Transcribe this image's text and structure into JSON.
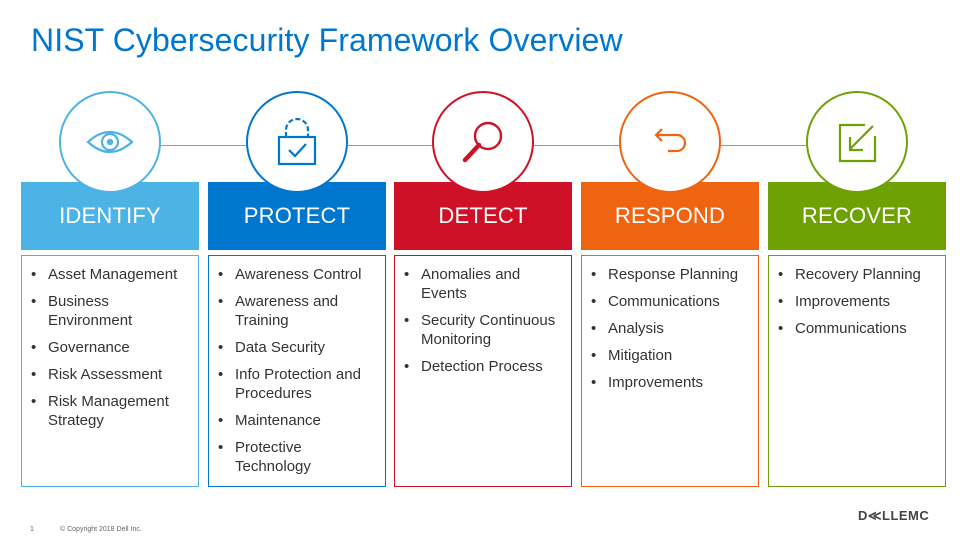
{
  "slide": {
    "title": "NIST Cybersecurity Framework Overview",
    "page_number": "1",
    "copyright": "© Copyright 2018 Dell Inc.",
    "logo_text": "D≪LLEMC"
  },
  "colors": {
    "title": "#0076ce",
    "connector": "#9a9a9a",
    "identify": "#4bb3e6",
    "protect": "#0076ce",
    "detect": "#ce1126",
    "respond": "#ee6411",
    "recover": "#6ea204"
  },
  "functions": [
    {
      "label": "IDENTIFY",
      "icon": "eye-icon",
      "items": [
        "Asset Management",
        "Business Environment",
        "Governance",
        "Risk Assessment",
        "Risk Management Strategy"
      ]
    },
    {
      "label": "PROTECT",
      "icon": "padlock-check-icon",
      "items": [
        "Awareness Control",
        "Awareness and Training",
        "Data Security",
        "Info Protection and Procedures",
        "Maintenance",
        "Protective Technology"
      ]
    },
    {
      "label": "DETECT",
      "icon": "magnifier-icon",
      "items": [
        "Anomalies and Events",
        "Security Continuous Monitoring",
        "Detection Process"
      ]
    },
    {
      "label": "RESPOND",
      "icon": "return-arrow-icon",
      "items": [
        "Response Planning",
        "Communications",
        "Analysis",
        "Mitigation",
        "Improvements"
      ]
    },
    {
      "label": "RECOVER",
      "icon": "restore-arrow-icon",
      "items": [
        "Recovery Planning",
        "Improvements",
        "Communications"
      ]
    }
  ]
}
